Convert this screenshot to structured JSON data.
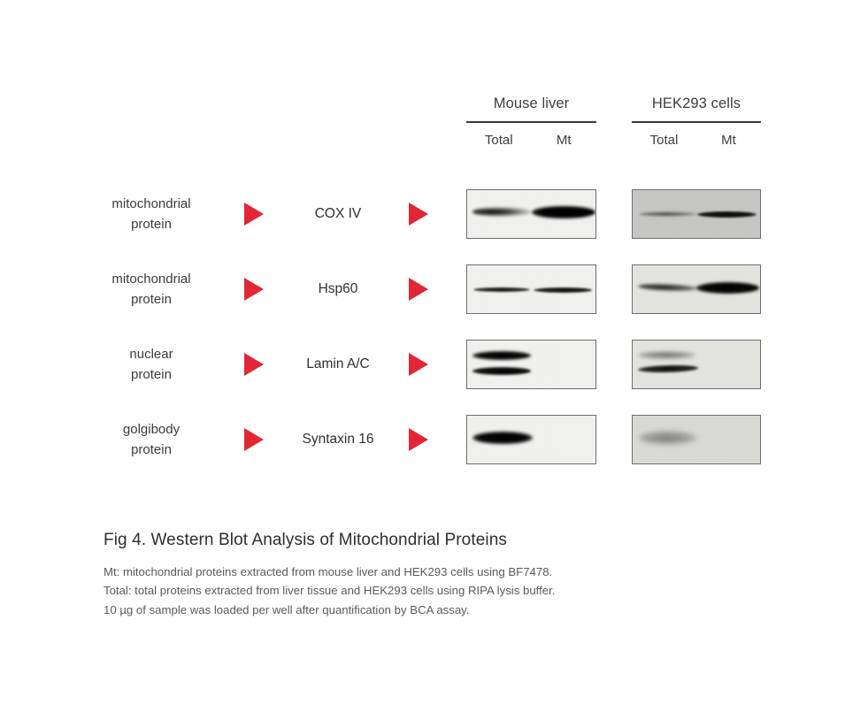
{
  "figure": {
    "caption_title": "Fig 4. Western Blot Analysis of Mitochondrial Proteins",
    "caption_lines": [
      "Mt: mitochondrial proteins extracted from mouse liver and HEK293 cells using BF7478.",
      "Total: total proteins extracted from liver tissue and HEK293 cells using RIPA lysis buffer.",
      "10 µg of sample was loaded per well after quantification by BCA assay."
    ]
  },
  "colors": {
    "arrow_red": "#e32636",
    "text_dark": "#3b3b3b",
    "caption_gray": "#5a5a5a",
    "rule": "#3a3a3a",
    "panel_border": "#6d6d6d"
  },
  "groups": [
    {
      "id": "mouse-liver",
      "title": "Mouse liver",
      "lanes": [
        "Total",
        "Mt"
      ]
    },
    {
      "id": "hek293-cells",
      "title": "HEK293 cells",
      "lanes": [
        "Total",
        "Mt"
      ]
    }
  ],
  "rows": [
    {
      "localization": "mitochondrial\nprotein",
      "localization_line1": "mitochondrial",
      "localization_line2": "protein",
      "protein": "COX IV",
      "arrow_icon": "triangle-right-icon"
    },
    {
      "localization": "mitochondrial\nprotein",
      "localization_line1": "mitochondrial",
      "localization_line2": "protein",
      "protein": "Hsp60",
      "arrow_icon": "triangle-right-icon"
    },
    {
      "localization": "nuclear\nprotein",
      "localization_line1": "nuclear",
      "localization_line2": "protein",
      "protein": "Lamin A/C",
      "arrow_icon": "triangle-right-icon"
    },
    {
      "localization": "golgibody\nprotein",
      "localization_line1": "golgibody",
      "localization_line2": "protein",
      "protein": "Syntaxin 16",
      "arrow_icon": "triangle-right-icon"
    }
  ],
  "chart_data": {
    "type": "table",
    "title": "Western Blot Analysis of Mitochondrial Proteins",
    "description": "Four target proteins probed across two sample sources (Mouse liver, HEK293 cells), each with Total and Mt (mitochondria-enriched) lanes. Values are qualitative band intensities read off the blot films.",
    "columns": [
      "Mouse liver / Total",
      "Mouse liver / Mt",
      "HEK293 cells / Total",
      "HEK293 cells / Mt"
    ],
    "categories": [
      "COX IV",
      "Hsp60",
      "Lamin A/C",
      "Syntaxin 16"
    ],
    "series": [
      {
        "name": "Mouse liver / Total",
        "values": [
          "medium",
          "medium",
          "strong-doublet",
          "strong"
        ]
      },
      {
        "name": "Mouse liver / Mt",
        "values": [
          "very strong",
          "medium",
          "absent",
          "absent"
        ]
      },
      {
        "name": "HEK293 cells / Total",
        "values": [
          "faint",
          "medium",
          "medium-doublet",
          "faint"
        ]
      },
      {
        "name": "HEK293 cells / Mt",
        "values": [
          "strong",
          "very strong",
          "absent",
          "absent"
        ]
      }
    ],
    "panels": [
      {
        "protein": "COX IV",
        "group": "Mouse liver",
        "film_tone": "clean",
        "bands": [
          {
            "lane": "Total",
            "intensity": "medium",
            "note": "tapering band"
          },
          {
            "lane": "Mt",
            "intensity": "very strong",
            "note": "thick saturated band"
          }
        ]
      },
      {
        "protein": "COX IV",
        "group": "HEK293 cells",
        "film_tone": "gray",
        "bands": [
          {
            "lane": "Total",
            "intensity": "faint",
            "note": "thin wispy band"
          },
          {
            "lane": "Mt",
            "intensity": "strong",
            "note": "sharp dark band"
          }
        ]
      },
      {
        "protein": "Hsp60",
        "group": "Mouse liver",
        "film_tone": "clean",
        "bands": [
          {
            "lane": "Total",
            "intensity": "medium",
            "note": "thin sharp band"
          },
          {
            "lane": "Mt",
            "intensity": "medium",
            "note": "thin sharp band"
          }
        ]
      },
      {
        "protein": "Hsp60",
        "group": "HEK293 cells",
        "film_tone": "lightgray",
        "bands": [
          {
            "lane": "Total",
            "intensity": "medium",
            "note": "slanted band"
          },
          {
            "lane": "Mt",
            "intensity": "very strong",
            "note": "thick saturated band"
          }
        ]
      },
      {
        "protein": "Lamin A/C",
        "group": "Mouse liver",
        "film_tone": "clean",
        "bands": [
          {
            "lane": "Total",
            "intensity": "strong",
            "note": "upper band of doublet"
          },
          {
            "lane": "Total",
            "intensity": "strong",
            "note": "lower band of doublet"
          },
          {
            "lane": "Mt",
            "intensity": "absent",
            "note": "no signal"
          }
        ]
      },
      {
        "protein": "Lamin A/C",
        "group": "HEK293 cells",
        "film_tone": "lightgray",
        "bands": [
          {
            "lane": "Total",
            "intensity": "faint",
            "note": "upper diffuse band"
          },
          {
            "lane": "Total",
            "intensity": "medium",
            "note": "lower sharp band"
          },
          {
            "lane": "Mt",
            "intensity": "absent",
            "note": "no signal"
          }
        ]
      },
      {
        "protein": "Syntaxin 16",
        "group": "Mouse liver",
        "film_tone": "clean",
        "bands": [
          {
            "lane": "Total",
            "intensity": "strong",
            "note": "thick dark band"
          },
          {
            "lane": "Mt",
            "intensity": "absent",
            "note": "no signal"
          }
        ]
      },
      {
        "protein": "Syntaxin 16",
        "group": "HEK293 cells",
        "film_tone": "midgray",
        "bands": [
          {
            "lane": "Total",
            "intensity": "faint",
            "note": "diffuse smear"
          },
          {
            "lane": "Mt",
            "intensity": "absent",
            "note": "no signal"
          }
        ]
      }
    ]
  }
}
